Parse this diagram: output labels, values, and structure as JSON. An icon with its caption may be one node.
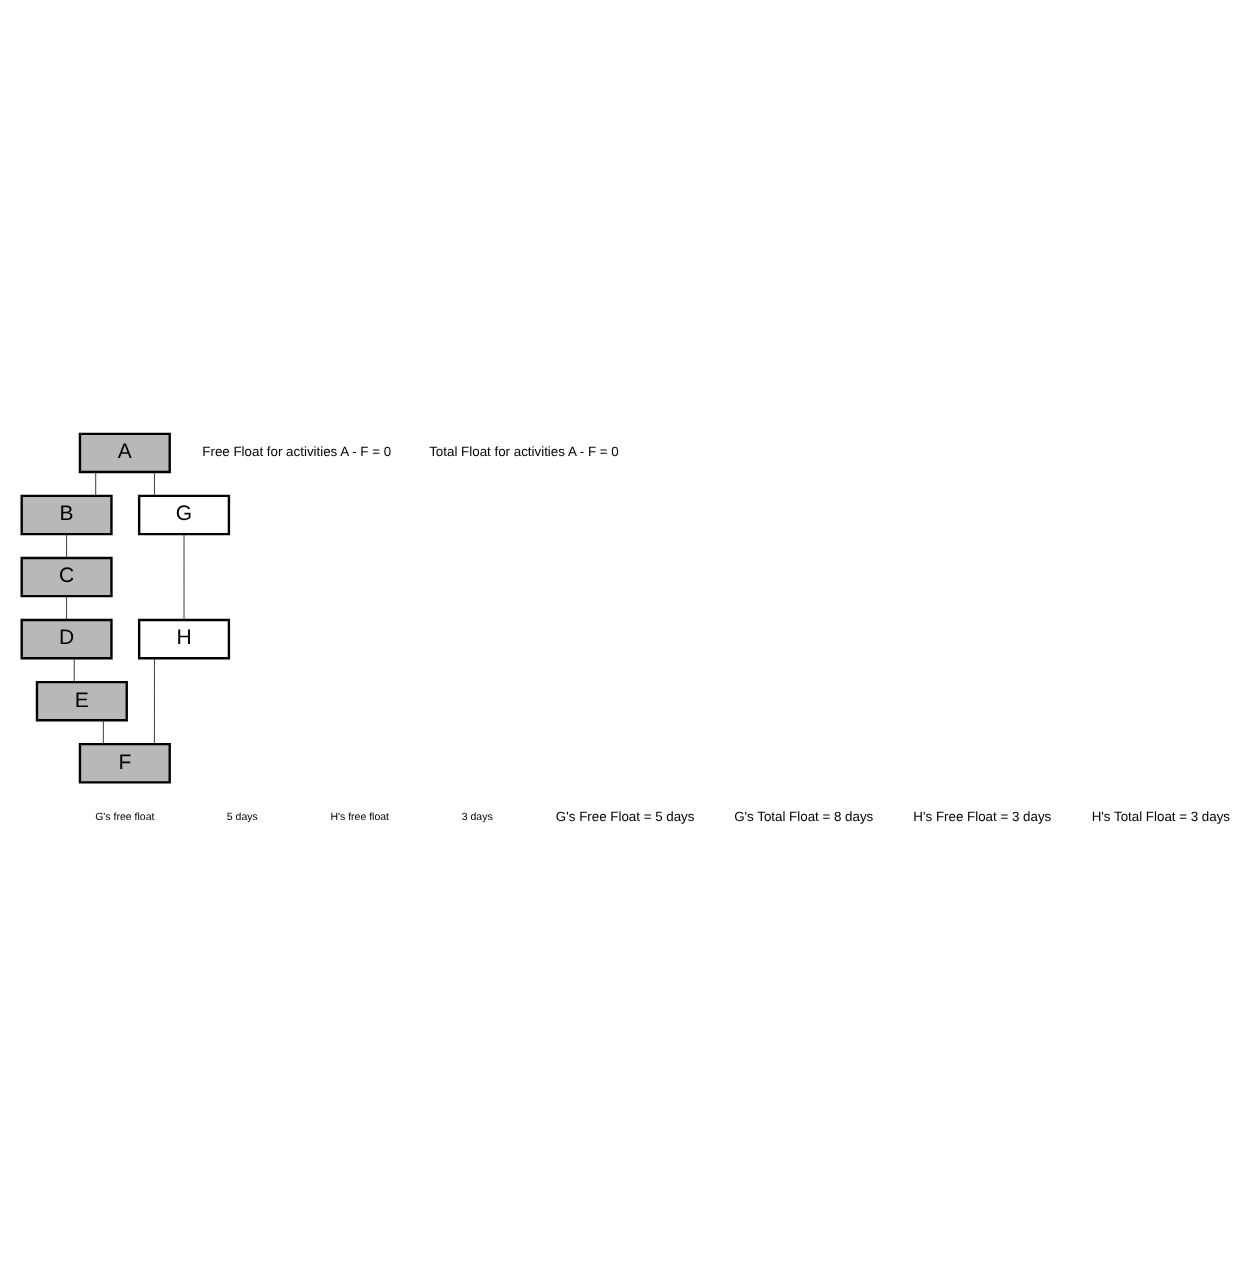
{
  "diagram": {
    "nodes": [
      {
        "text": [
          "A"
        ]
      },
      {
        "text": [
          "B"
        ]
      },
      {
        "text": [
          "C"
        ]
      },
      {
        "text": [
          "D"
        ]
      },
      {
        "text": [
          "E"
        ]
      },
      {
        "text": [
          "F"
        ]
      },
      {
        "text": [
          "G"
        ]
      },
      {
        "text": [
          "H"
        ]
      }
    ],
    "edges": [
      {
        "from": 0,
        "to": 1,
        "arrow": "none"
      },
      {
        "from": 1,
        "to": 2,
        "arrow": "none"
      },
      {
        "from": 2,
        "to": 3,
        "arrow": "none"
      },
      {
        "from": 3,
        "to": 4,
        "arrow": "none"
      },
      {
        "from": 4,
        "to": 5,
        "arrow": "none"
      },
      {
        "from": 0,
        "to": 6,
        "arrow": "none"
      },
      {
        "from": 6,
        "to": 7,
        "arrow": "none"
      },
      {
        "from": 7,
        "to": 5,
        "arrow": "none"
      }
    ],
    "labels": [
      "Free Float for activities A - F = 0",
      "Total Float for activities A - F = 0",
      "G's free float",
      "5 days",
      "H's free float",
      "3 days",
      "G's Free Float = 5 days",
      "G's Total Float = 8 days",
      "H's Free Float = 3 days",
      "H's Total Float = 3 days"
    ]
  }
}
